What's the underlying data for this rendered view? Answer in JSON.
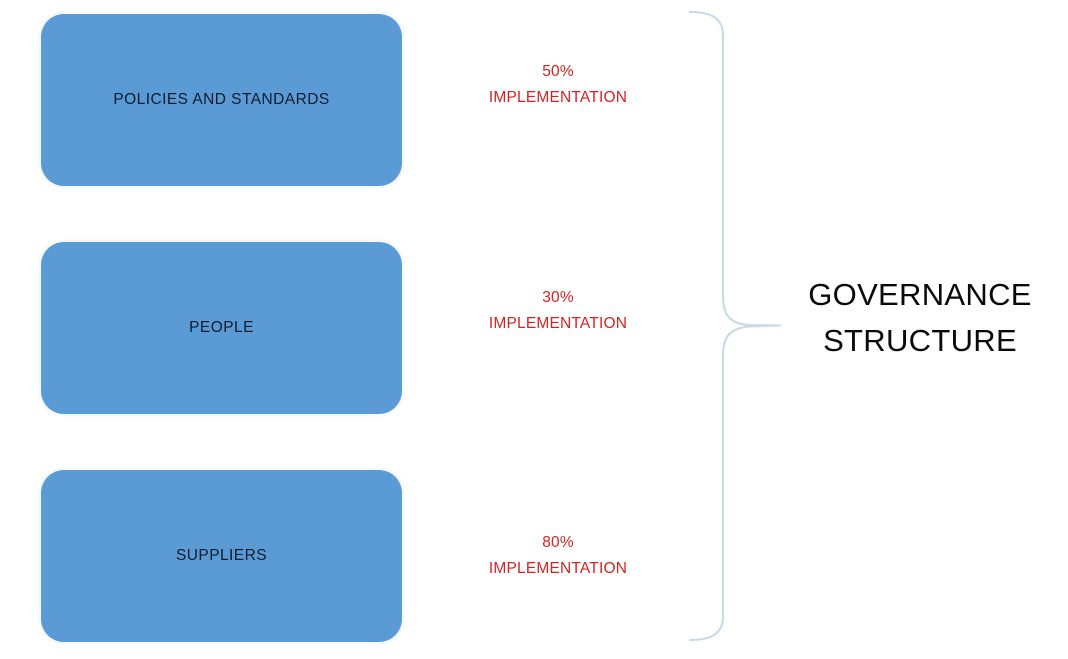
{
  "diagram": {
    "title": "GOVERNANCE STRUCTURE",
    "title_lines": [
      "GOVERNANCE",
      "STRUCTURE"
    ],
    "colors": {
      "pillar_fill": "#5B9BD5",
      "pillar_text": "#0C1B2E",
      "annotation_text": "#D92121",
      "title_text": "#0A0A0A",
      "brace_stroke": "#C7DAE8",
      "background": "#FFFFFF"
    },
    "brace": {
      "orientation": "right-pointing",
      "icon": "curly-brace-icon"
    },
    "pillars": [
      {
        "label": "POLICIES AND STANDARDS",
        "percent": "50%",
        "implementation_word": "IMPLEMENTATION",
        "value": 50
      },
      {
        "label": "PEOPLE",
        "percent": "30%",
        "implementation_word": "IMPLEMENTATION",
        "value": 30
      },
      {
        "label": "SUPPLIERS",
        "percent": "80%",
        "implementation_word": "IMPLEMENTATION",
        "value": 80
      }
    ]
  }
}
